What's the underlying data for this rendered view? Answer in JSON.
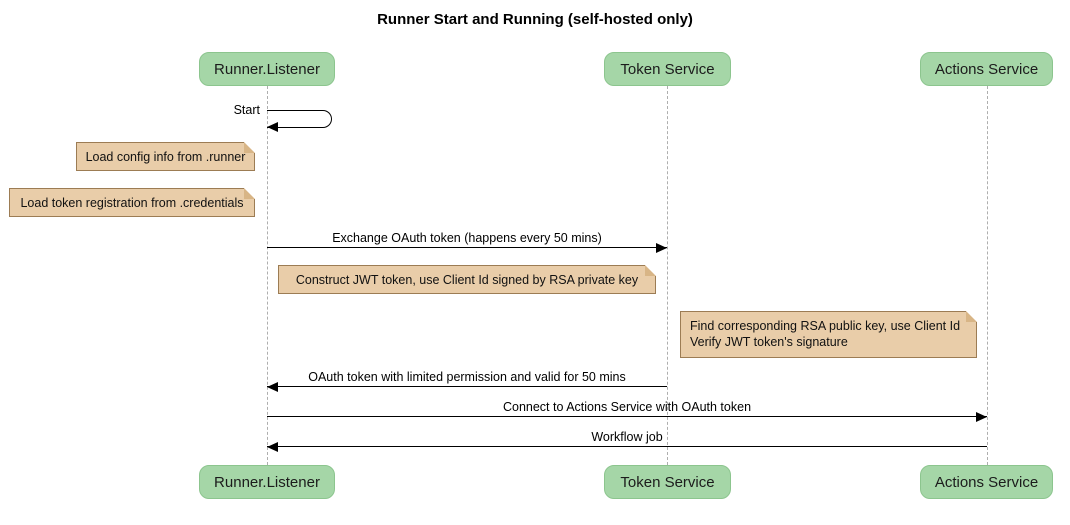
{
  "title": "Runner Start and Running (self-hosted only)",
  "participants": [
    {
      "label": "Runner.Listener"
    },
    {
      "label": "Token Service"
    },
    {
      "label": "Actions Service"
    }
  ],
  "self_message": {
    "label": "Start",
    "from": "Runner.Listener",
    "to": "Runner.Listener"
  },
  "notes": [
    {
      "text": "Load config info from .runner",
      "position": "left of Runner.Listener"
    },
    {
      "text": "Load token registration from .credentials",
      "position": "left of Runner.Listener"
    },
    {
      "text": "Construct JWT token, use Client Id signed by RSA private key",
      "position": "between Runner.Listener and Token Service"
    },
    {
      "line1": "Find corresponding RSA public key, use Client Id",
      "line2": "Verify JWT token's signature",
      "position": "right of Token Service"
    }
  ],
  "messages": [
    {
      "label": "Exchange OAuth token (happens every 50 mins)",
      "from": "Runner.Listener",
      "to": "Token Service"
    },
    {
      "label": "OAuth token with limited permission and valid for 50 mins",
      "from": "Token Service",
      "to": "Runner.Listener"
    },
    {
      "label": "Connect to Actions Service with OAuth token",
      "from": "Runner.Listener",
      "to": "Actions Service"
    },
    {
      "label": "Workflow job",
      "from": "Actions Service",
      "to": "Runner.Listener"
    }
  ],
  "colors": {
    "participant_fill": "#a5d6a7",
    "participant_border": "#8cc58e",
    "note_fill": "#e9cda9",
    "note_border": "#9c7c54",
    "note_fold": "#d8b586",
    "lifeline": "#aeaeae",
    "arrow": "#000000",
    "background": "#ffffff"
  }
}
